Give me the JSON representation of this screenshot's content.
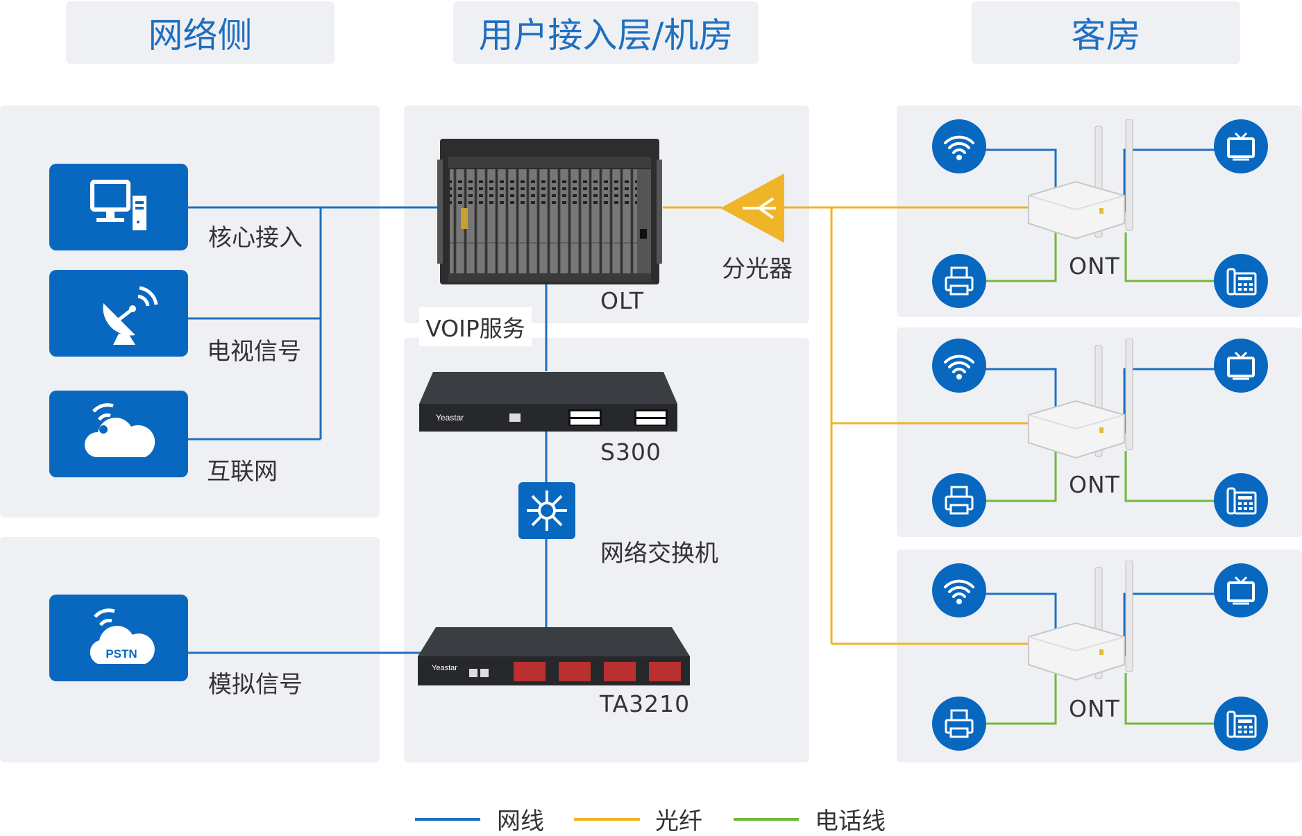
{
  "headers": {
    "network": "网络侧",
    "access": "用户接入层/机房",
    "room": "客房"
  },
  "sources": {
    "core": "核心接入",
    "tv": "电视信号",
    "internet": "互联网",
    "analog": "模拟信号",
    "pstn_badge": "PSTN"
  },
  "devices": {
    "olt": "OLT",
    "splitter": "分光器",
    "voip": "VOIP服务",
    "s300": "S300",
    "switch": "网络交换机",
    "ta3210": "TA3210",
    "ont": "ONT",
    "brand": "Yeastar"
  },
  "legend": {
    "network_line": "网线",
    "fiber": "光纤",
    "phone_line": "电话线"
  },
  "colors": {
    "blue": "#0868c0",
    "network_line": "#1f6fc0",
    "fiber": "#f0b429",
    "phone_line": "#72b83a",
    "panel": "#eef0f4"
  }
}
